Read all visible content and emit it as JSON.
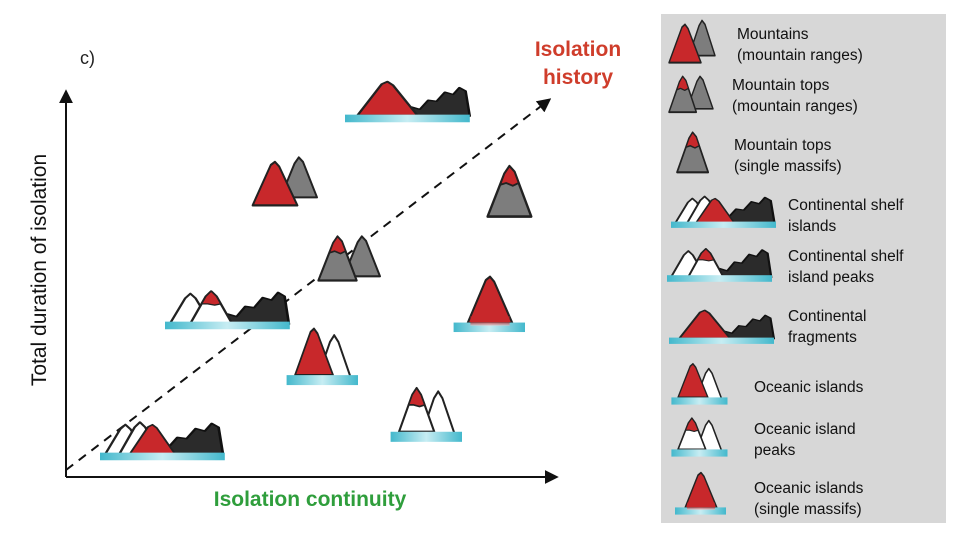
{
  "panel_label": "c)",
  "y_axis_title": "Total duration of isolation",
  "x_axis_title": "Isolation continuity",
  "arrow_title": [
    "Isolation",
    "history"
  ],
  "colors": {
    "red": "#c8282b",
    "gray": "#7d7d7d",
    "black": "#2b2b2b",
    "water": "#43b8cc",
    "x_title": "#2f9e3c",
    "arrow_title": "#cf3d2b",
    "legend_bg": "#d7d7d7"
  },
  "legend": [
    {
      "icon": "mountains-icon",
      "lines": [
        "Mountains",
        "(mountain ranges)"
      ]
    },
    {
      "icon": "mountain-tops-icon",
      "lines": [
        "Mountain tops",
        "(mountain ranges)"
      ]
    },
    {
      "icon": "mountain-top-single-icon",
      "lines": [
        "Mountain tops",
        "(single massifs)"
      ]
    },
    {
      "icon": "continental-shelf-island-icon",
      "lines": [
        "Continental shelf",
        "islands"
      ]
    },
    {
      "icon": "continental-shelf-peaks-icon",
      "lines": [
        "Continental shelf",
        "island peaks"
      ]
    },
    {
      "icon": "continental-fragment-icon",
      "lines": [
        "Continental",
        "fragments"
      ]
    },
    {
      "icon": "oceanic-island-icon",
      "lines": [
        "Oceanic islands"
      ]
    },
    {
      "icon": "oceanic-island-peaks-icon",
      "lines": [
        "Oceanic island",
        "peaks"
      ]
    },
    {
      "icon": "oceanic-single-massif-icon",
      "lines": [
        "Oceanic islands",
        "(single massifs)"
      ]
    }
  ]
}
